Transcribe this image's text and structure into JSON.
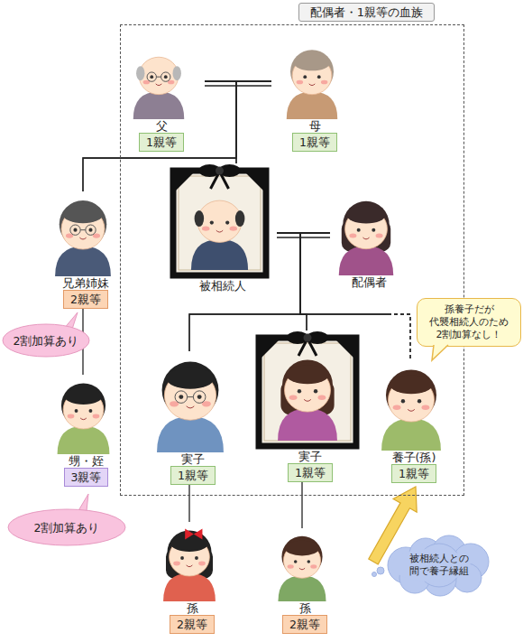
{
  "diagram": {
    "nodes": [
      {
        "text": [
          "配偶者・1親等の血族"
        ]
      },
      {
        "text": [
          "父",
          "1親等"
        ],
        "in": 0
      },
      {
        "text": [
          "母",
          "1親等"
        ],
        "in": 0
      },
      {
        "text": [
          "兄弟姉妹",
          "2親等"
        ]
      },
      {
        "text": [
          "被相続人"
        ],
        "in": 0
      },
      {
        "text": [
          "配偶者"
        ],
        "in": 0
      },
      {
        "text": [
          "2割加算あり"
        ]
      },
      {
        "text": [
          "孫養子だが 代襲相続人のため 2割加算なし！"
        ]
      },
      {
        "text": [
          "甥・姪",
          "3親等"
        ]
      },
      {
        "text": [
          "実子",
          "1親等"
        ],
        "in": 0
      },
      {
        "text": [
          "実子",
          "1親等"
        ],
        "in": 0
      },
      {
        "text": [
          "養子(孫)",
          "1親等"
        ],
        "in": 0
      },
      {
        "text": [
          "2割加算あり"
        ]
      },
      {
        "text": [
          "孫",
          "2親等"
        ]
      },
      {
        "text": [
          "孫",
          "2親等"
        ]
      },
      {
        "text": [
          "被相続人との 間で養子縁組"
        ]
      }
    ],
    "edges": [
      {
        "from": 1,
        "to": 2,
        "arrow": "none"
      },
      {
        "from": 1,
        "to": 4,
        "arrow": "none"
      },
      {
        "from": 2,
        "to": 4,
        "arrow": "none"
      },
      {
        "from": 1,
        "to": 3,
        "arrow": "none"
      },
      {
        "from": 2,
        "to": 3,
        "arrow": "none"
      },
      {
        "from": 4,
        "to": 5,
        "arrow": "none"
      },
      {
        "from": 4,
        "to": 9,
        "arrow": "none"
      },
      {
        "from": 5,
        "to": 9,
        "arrow": "none"
      },
      {
        "from": 4,
        "to": 10,
        "arrow": "none"
      },
      {
        "from": 5,
        "to": 10,
        "arrow": "none"
      },
      {
        "from": 4,
        "to": 11,
        "arrow": "none"
      },
      {
        "from": 5,
        "to": 11,
        "arrow": "none"
      },
      {
        "from": 3,
        "to": 8,
        "arrow": "none"
      },
      {
        "from": 9,
        "to": 13,
        "arrow": "none"
      },
      {
        "from": 10,
        "to": 14,
        "arrow": "none"
      },
      {
        "from": 15,
        "to": 11,
        "arrow": "to"
      }
    ]
  }
}
